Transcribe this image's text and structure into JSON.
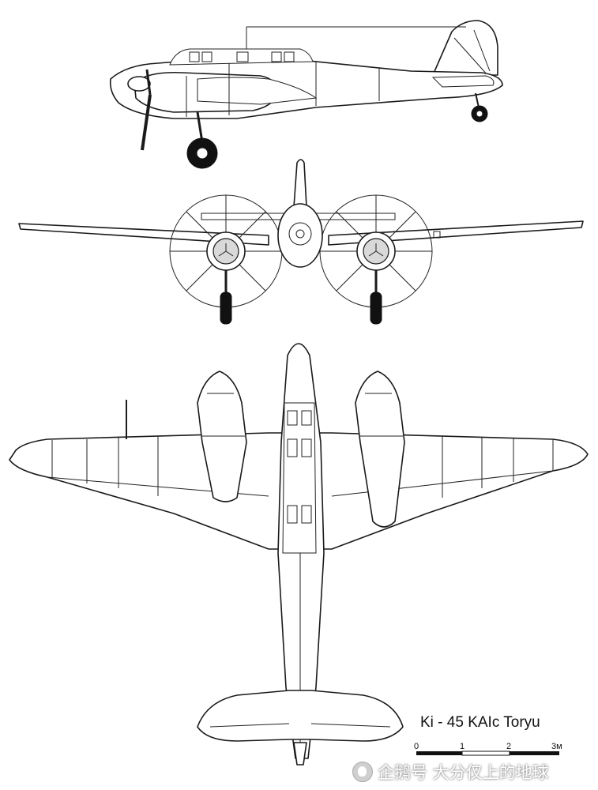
{
  "drawing": {
    "title": "Ki - 45 KAIc Toryu",
    "views": [
      "side-view",
      "front-view",
      "top-view"
    ]
  },
  "scale_bar": {
    "ticks": [
      "0",
      "1",
      "2",
      "3м"
    ]
  },
  "watermark": {
    "text": "企鹅号 大分仅上的地球",
    "icon": "penguin-logo-icon"
  }
}
